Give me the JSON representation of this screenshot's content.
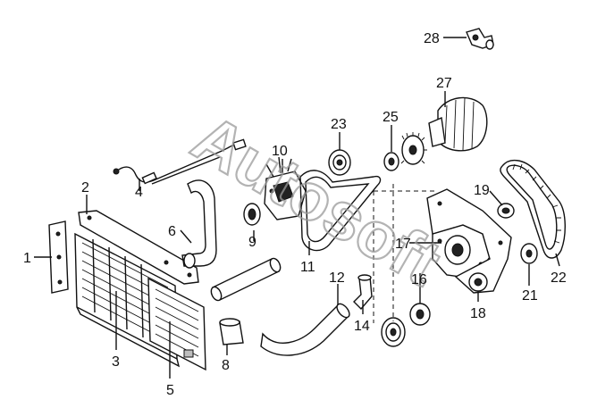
{
  "watermark": {
    "text": "Autosoft"
  },
  "callouts": [
    {
      "id": "1",
      "label": "1"
    },
    {
      "id": "2",
      "label": "2"
    },
    {
      "id": "3",
      "label": "3"
    },
    {
      "id": "4",
      "label": "4"
    },
    {
      "id": "5",
      "label": "5"
    },
    {
      "id": "6",
      "label": "6"
    },
    {
      "id": "8",
      "label": "8"
    },
    {
      "id": "9",
      "label": "9"
    },
    {
      "id": "10",
      "label": "10"
    },
    {
      "id": "11",
      "label": "11"
    },
    {
      "id": "12",
      "label": "12"
    },
    {
      "id": "14",
      "label": "14"
    },
    {
      "id": "16",
      "label": "16"
    },
    {
      "id": "17",
      "label": "17"
    },
    {
      "id": "18",
      "label": "18"
    },
    {
      "id": "19",
      "label": "19"
    },
    {
      "id": "21",
      "label": "21"
    },
    {
      "id": "22",
      "label": "22"
    },
    {
      "id": "23",
      "label": "23"
    },
    {
      "id": "25",
      "label": "25"
    },
    {
      "id": "27",
      "label": "27"
    },
    {
      "id": "28",
      "label": "28"
    }
  ]
}
